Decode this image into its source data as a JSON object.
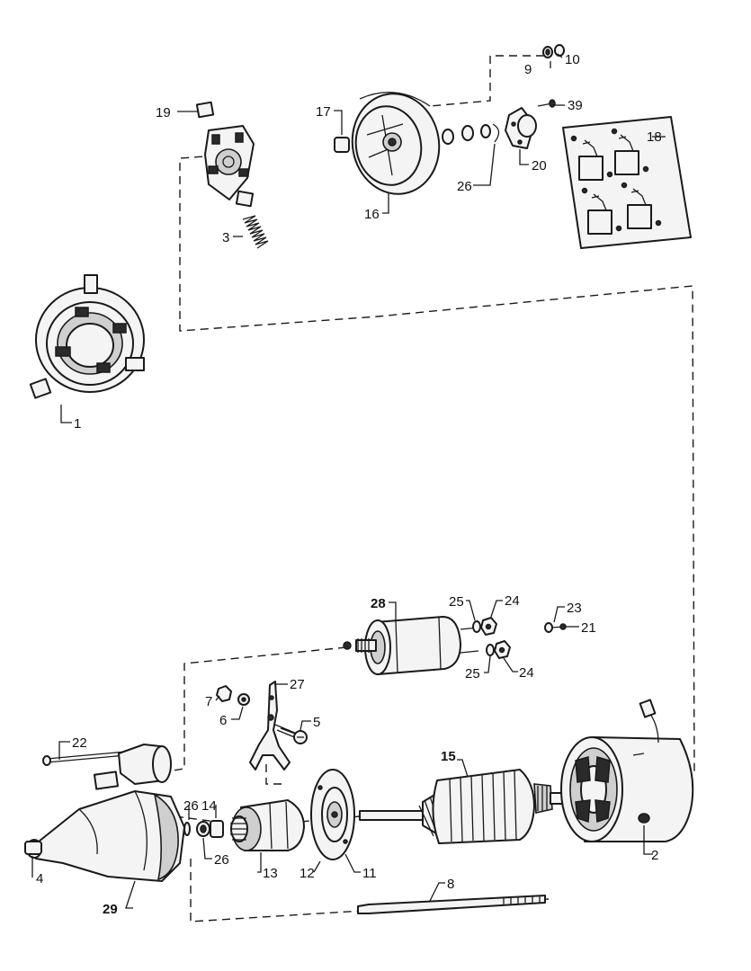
{
  "callouts": {
    "c1": "1",
    "c2": "2",
    "c3": "3",
    "c4": "4",
    "c5": "5",
    "c6": "6",
    "c7": "7",
    "c8": "8",
    "c9": "9",
    "c10": "10",
    "c11": "11",
    "c12": "12",
    "c13": "13",
    "c14": "14",
    "c15": "15",
    "c16": "16",
    "c17": "17",
    "c18": "18",
    "c19": "19",
    "c20": "20",
    "c21": "21",
    "c22": "22",
    "c23": "23",
    "c24a": "24",
    "c24b": "24",
    "c25a": "25",
    "c25b": "25",
    "c26a": "26",
    "c26b": "26",
    "c26c": "26",
    "c27": "27",
    "c28": "28",
    "c29": "29",
    "c39": "39"
  }
}
